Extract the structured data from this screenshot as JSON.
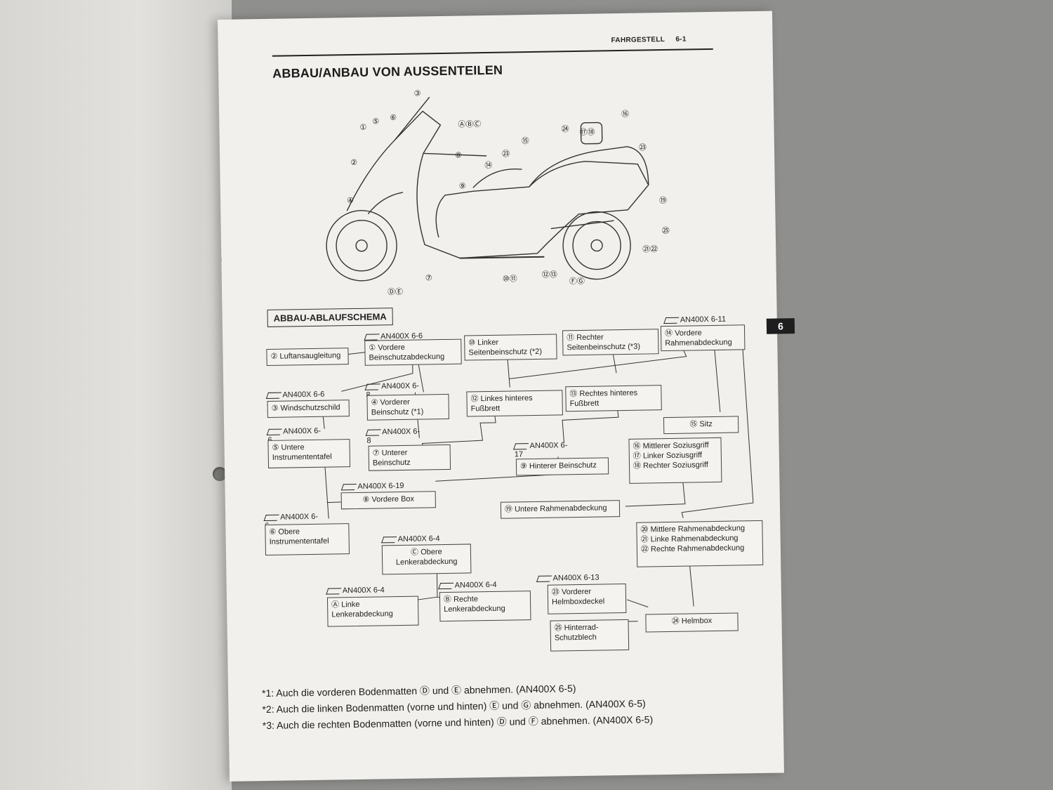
{
  "header": {
    "section": "FAHRGESTELL",
    "page_no": "6-1"
  },
  "title": "ABBAU/ANBAU VON AUSSENTEILEN",
  "chapter_tab": "6",
  "callouts": {
    "c1": "①",
    "c2": "②",
    "c3": "③",
    "c4": "④",
    "c5": "⑤",
    "c6": "⑥",
    "c7": "⑦",
    "c8": "⑧",
    "c9": "⑨",
    "c14": "⑭",
    "c15": "⑮",
    "c16": "⑯",
    "c19": "⑲",
    "c23": "㉓",
    "c24": "㉔",
    "c25": "㉕",
    "c17_18": "⑰⑱",
    "c21_22": "㉑㉒",
    "c10_11": "⑩⑪",
    "c12_13": "⑫⑬",
    "abc": "ⒶⒷⒸ",
    "de": "ⒹⒺ",
    "fg": "ⒻⒼ"
  },
  "scheme": {
    "title": "ABBAU-ABLAUFSCHEMA",
    "boxes": {
      "b2": "② Luftansaugleitung",
      "b1": "① Vordere Beinschutzabdeckung",
      "b10": "⑩ Linker Seitenbeinschutz (*2)",
      "b11": "⑪ Rechter Seitenbeinschutz (*3)",
      "b14": "⑭ Vordere Rahmenabdeckung",
      "b3": "③ Windschutzschild",
      "b4": "④ Vorderer Beinschutz (*1)",
      "b12": "⑫ Linkes hinteres Fußbrett",
      "b13": "⑬ Rechtes hinteres Fußbrett",
      "b15": "⑮ Sitz",
      "b5": "⑤ Untere Instrumententafel",
      "b7": "⑦ Unterer Beinschutz",
      "b9": "⑨ Hinterer Beinschutz",
      "b16_18": [
        "⑯ Mittlerer Soziusgriff",
        "⑰ Linker Soziusgriff",
        "⑱ Rechter Soziusgriff"
      ],
      "b8": "⑧ Vordere Box",
      "b19": "⑲ Untere Rahmenabdeckung",
      "b6": "⑥ Obere Instrumententafel",
      "bC": "Ⓒ Obere Lenkerabdeckung",
      "b20_22": [
        "⑳ Mittlere Rahmenabdeckung",
        "㉑ Linke Rahmenabdeckung",
        "㉒ Rechte Rahmenabdeckung"
      ],
      "bA": "Ⓐ Linke Lenkerabdeckung",
      "bB": "Ⓑ Rechte Lenkerabdeckung",
      "b23": "㉓ Vorderer Helmboxdeckel",
      "b25": "㉕ Hinterrad-Schutzblech",
      "b24": "㉔ Helmbox"
    },
    "refs": {
      "r1": "AN400X 6-6",
      "r14": "AN400X 6-11",
      "r3": "AN400X 6-6",
      "r4": "AN400X 6-8",
      "r5": "AN400X 6-6",
      "r7": "AN400X 6-8",
      "r9": "AN400X 6-17",
      "r8": "AN400X 6-19",
      "r6": "AN400X 6-6",
      "rC": "AN400X 6-4",
      "rA": "AN400X 6-4",
      "rB": "AN400X 6-4",
      "r23": "AN400X 6-13"
    }
  },
  "footnotes": [
    "*1: Auch die vorderen Bodenmatten Ⓓ und Ⓔ abnehmen. (AN400X 6-5)",
    "*2: Auch die linken Bodenmatten (vorne und hinten) Ⓔ und Ⓖ abnehmen. (AN400X 6-5)",
    "*3: Auch die rechten Bodenmatten (vorne und hinten) Ⓓ und Ⓕ abnehmen. (AN400X 6-5)"
  ]
}
